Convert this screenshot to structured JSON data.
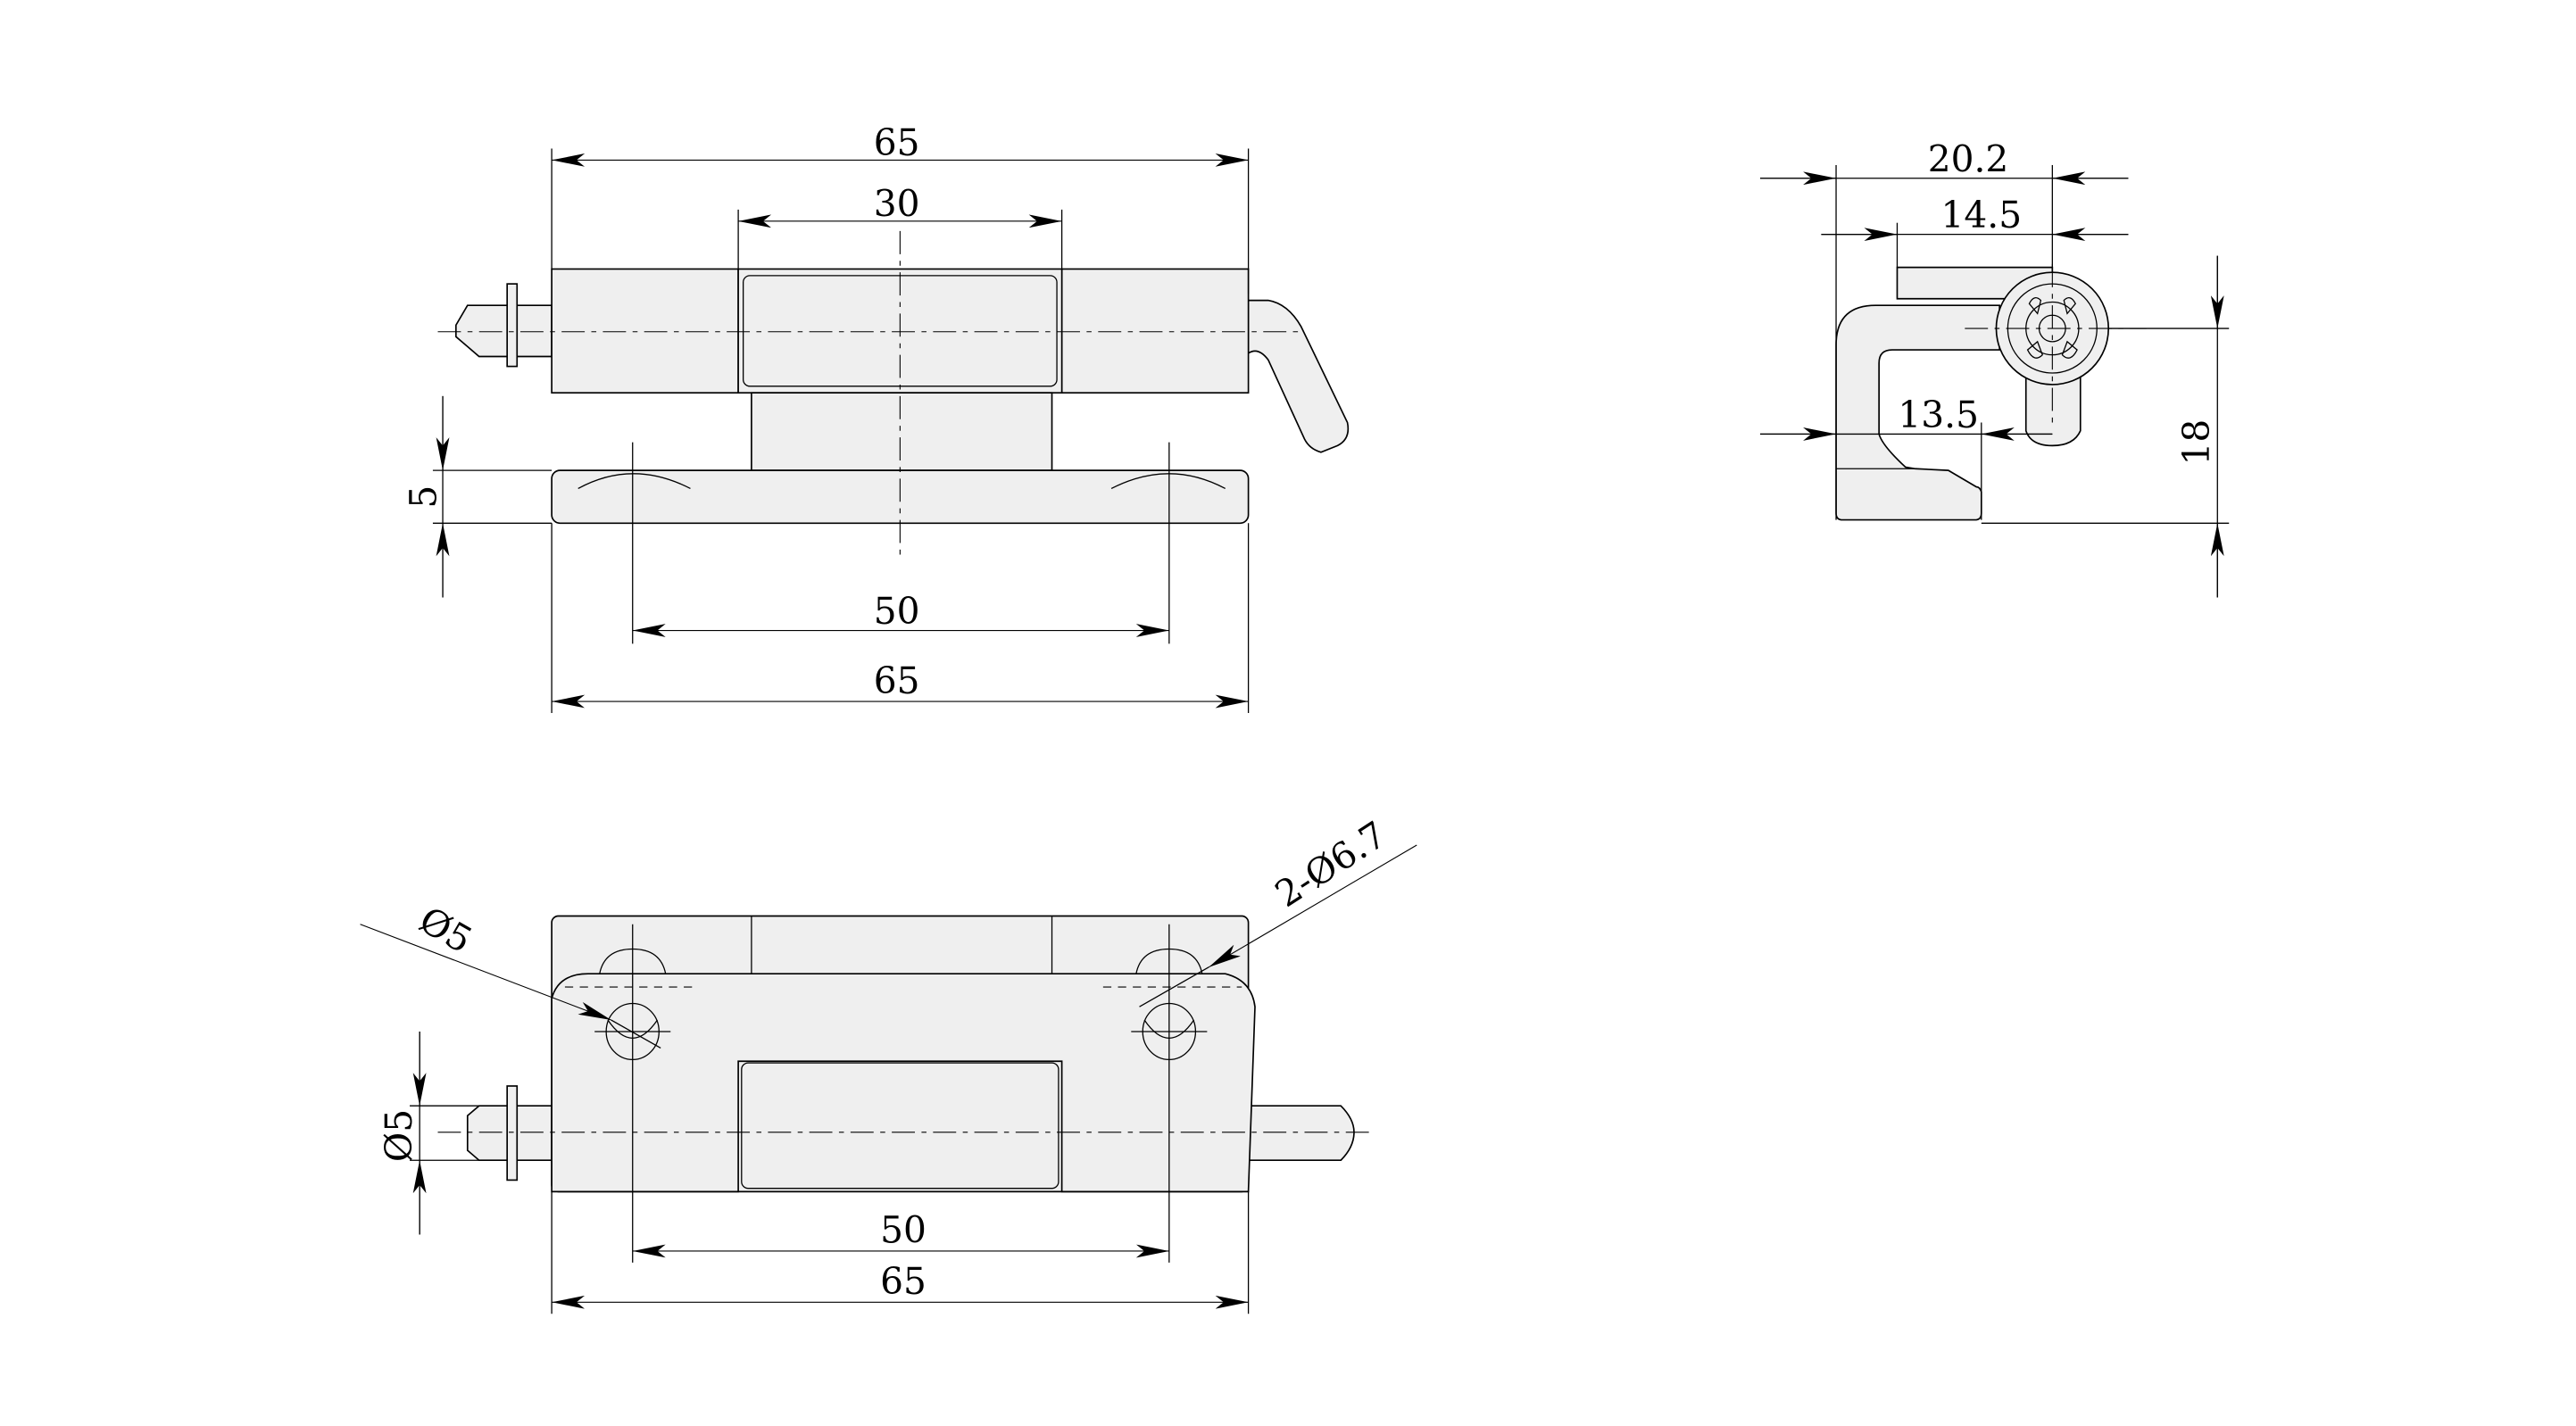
{
  "front_view": {
    "overall_length_top": "65",
    "knuckle_width": "30",
    "base_thickness": "5",
    "hole_spacing": "50",
    "overall_length_bottom": "65"
  },
  "side_view": {
    "overall_depth": "20.2",
    "leaf_depth": "14.5",
    "hook_depth": "13.5",
    "height": "18"
  },
  "bottom_view": {
    "pin_diameter_leader": "Ø5",
    "hole_callout": "2-Ø6.7",
    "pin_diameter": "Ø5",
    "hole_spacing": "50",
    "overall_length": "65"
  },
  "colors": {
    "part_fill": "#efefef",
    "line": "#000000"
  }
}
